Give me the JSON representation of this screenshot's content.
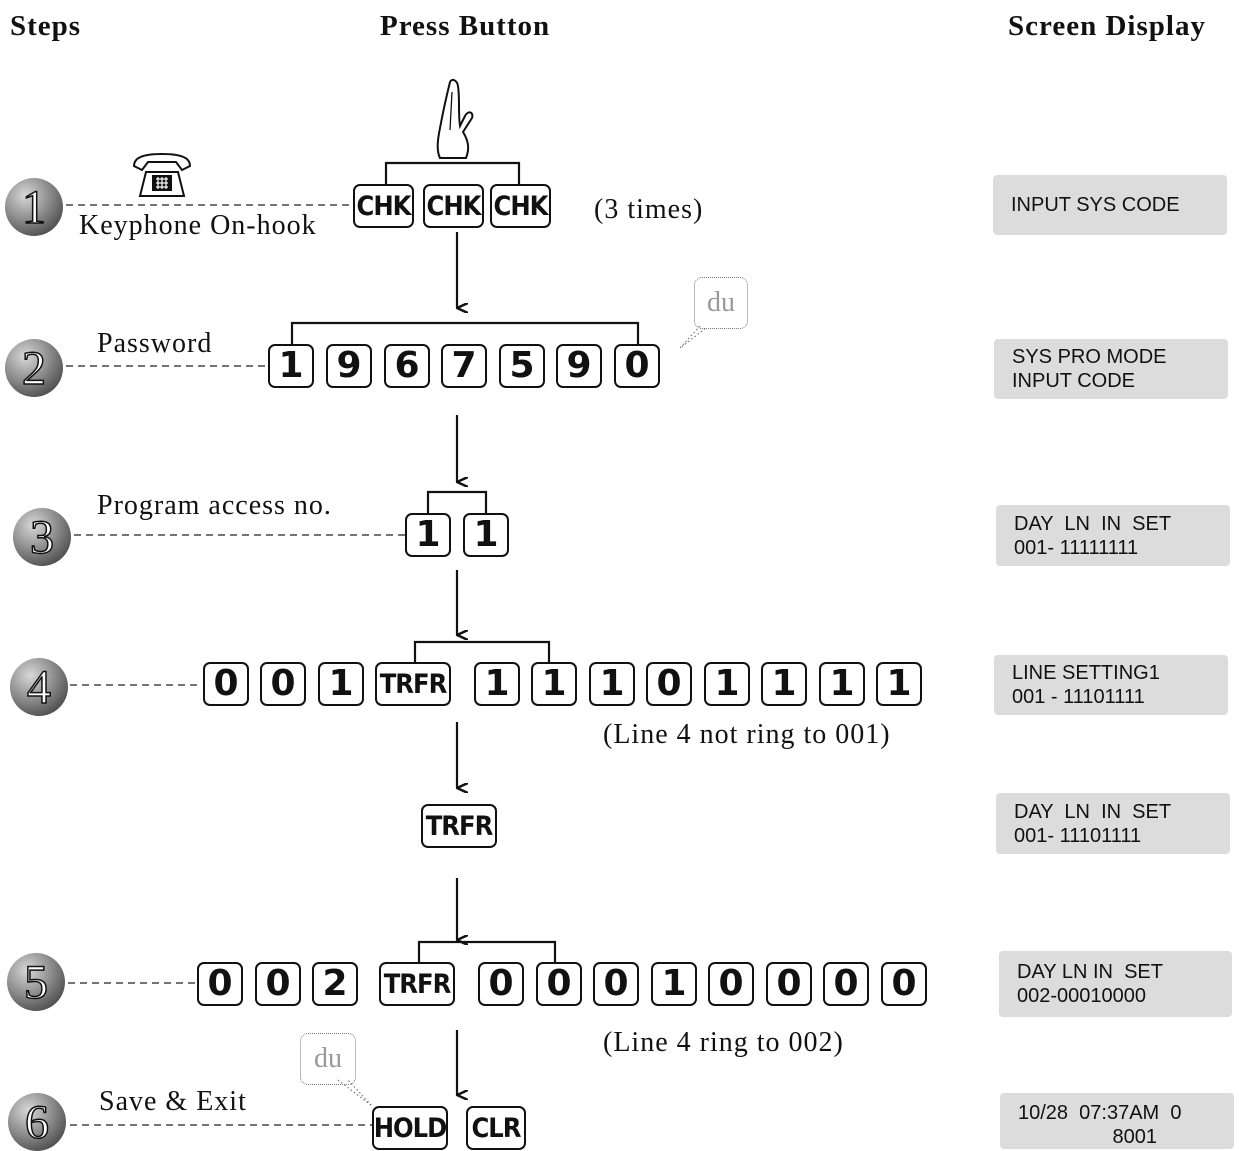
{
  "headers": {
    "steps": "Steps",
    "press_button": "Press Button",
    "screen_display": "Screen Display"
  },
  "steps": [
    {
      "num": "1",
      "label": "Keyphone On-hook",
      "note": "(3 times)"
    },
    {
      "num": "2",
      "label": "Password"
    },
    {
      "num": "3",
      "label": "Program access no."
    },
    {
      "num": "4",
      "note": "(Line 4 not ring to 001)"
    },
    {
      "num": "5",
      "note": "(Line 4  ring to 002)"
    },
    {
      "num": "6",
      "label": "Save & Exit"
    }
  ],
  "keys": {
    "row1": [
      "CHK",
      "CHK",
      "CHK"
    ],
    "row2": [
      "1",
      "9",
      "6",
      "7",
      "5",
      "9",
      "0"
    ],
    "row3": [
      "1",
      "1"
    ],
    "row4": [
      "0",
      "0",
      "1",
      "TRFR",
      "1",
      "1",
      "1",
      "0",
      "1",
      "1",
      "1",
      "1"
    ],
    "row4b": [
      "TRFR"
    ],
    "row5": [
      "0",
      "0",
      "2",
      "TRFR",
      "0",
      "0",
      "0",
      "1",
      "0",
      "0",
      "0",
      "0"
    ],
    "row6": [
      "HOLD",
      "CLR"
    ]
  },
  "bubbles": [
    "du",
    "du"
  ],
  "displays": [
    "INPUT SYS CODE",
    "SYS PRO MODE\nINPUT CODE",
    "DAY  LN  IN  SET\n001- 11111111",
    "LINE SETTING1\n001 - 11101111",
    "DAY  LN  IN  SET\n001- 11101111",
    "DAY LN IN  SET\n002-00010000",
    "10/28  07:37AM  0\n                 8001"
  ],
  "icons": [
    "hand-pointer-icon",
    "telephone-icon"
  ]
}
